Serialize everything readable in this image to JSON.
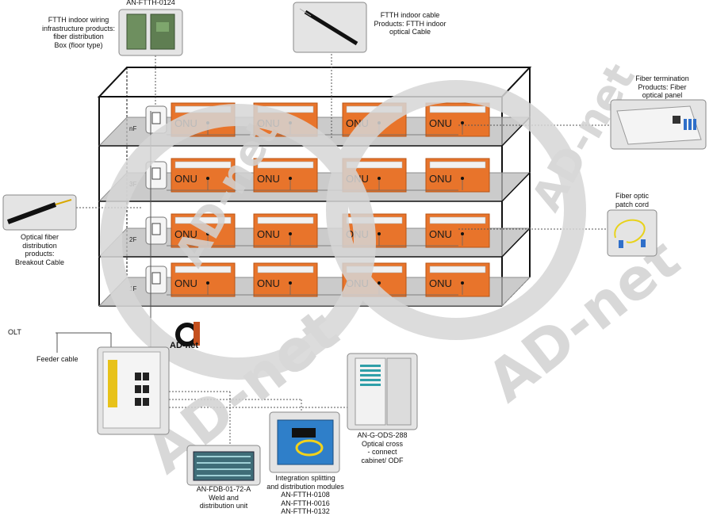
{
  "floors": [
    {
      "label": "nF",
      "onus": [
        "ONU",
        "ONU",
        "ONU",
        "ONU"
      ]
    },
    {
      "label": "3F",
      "onus": [
        "ONU",
        "ONU",
        "ONU",
        "ONU"
      ]
    },
    {
      "label": "2F",
      "onus": [
        "ONU",
        "ONU",
        "ONU",
        "ONU"
      ]
    },
    {
      "label": "1F",
      "onus": [
        "ONU",
        "ONU",
        "ONU",
        "ONU"
      ]
    }
  ],
  "labels": {
    "top_product_code": "AN-FTTH-0124",
    "floor_box": [
      "FTTH indoor wiring",
      "infrastructure products:",
      "fiber distribution",
      "Box (floor type)"
    ],
    "indoor_cable": [
      "FTTH indoor cable",
      "Products: FTTH indoor",
      "optical Cable"
    ],
    "fiber_termination": [
      "Fiber termination",
      "Products: Fiber",
      "optical panel"
    ],
    "patch_cord": [
      "Fiber optic",
      "patch cord"
    ],
    "breakout_cable": [
      "Optical fiber",
      "distribution",
      "products:",
      "Breakout Cable"
    ],
    "olt": "OLT",
    "feeder_cable": "Feeder cable",
    "logo_text": "AD-net",
    "weld_unit": [
      "AN-FDB-01-72-A",
      "Weld and",
      "distribution unit"
    ],
    "splitting_modules": [
      "Integration splitting",
      "and distribution modules",
      "AN-FTTH-0108",
      "AN-FTTH-0016",
      "AN-FTTH-0132"
    ],
    "cross_connect": [
      "AN-G-ODS-288",
      "Optical cross",
      "- connect",
      "cabinet/ ODF"
    ]
  },
  "watermark": {
    "text": "AD-net"
  },
  "colors": {
    "onu_orange": "#e8742b",
    "onu_border": "#b85414",
    "floor_grey": "#b9b9b9",
    "cable_yellow": "#f2d21a",
    "splitter_blue": "#2f7fc9"
  }
}
